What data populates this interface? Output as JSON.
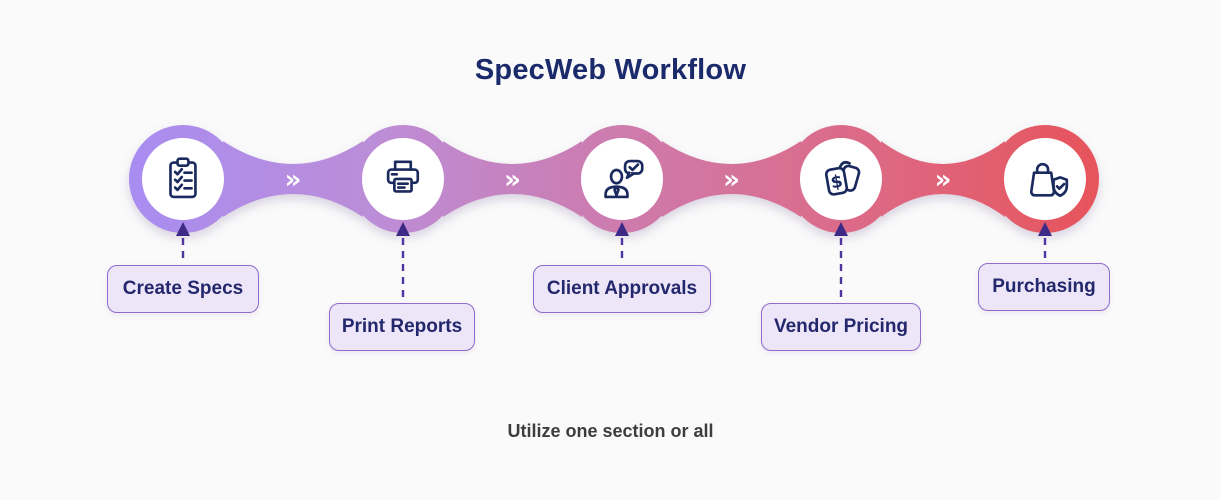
{
  "title": "SpecWeb Workflow",
  "footer": "Utilize one section or all",
  "chevron_glyph": "»",
  "steps": [
    {
      "label": "Create Specs",
      "icon": "clipboard-checklist-icon"
    },
    {
      "label": "Print Reports",
      "icon": "printer-icon"
    },
    {
      "label": "Client Approvals",
      "icon": "person-approval-icon"
    },
    {
      "label": "Vendor Pricing",
      "icon": "price-tags-icon"
    },
    {
      "label": "Purchasing",
      "icon": "shopping-bag-check-icon"
    }
  ],
  "colors": {
    "background": "#fafafa",
    "gradient_start": "#a88df1",
    "gradient_mid": "#cd7bae",
    "gradient_end": "#e7545b",
    "title_text": "#1b2a6b",
    "label_background": "#ede6f9",
    "label_border": "#8f6cc9",
    "label_text": "#23276b",
    "icon_stroke": "#1b2a5e",
    "arrow_dash": "#4e35a0",
    "arrow_head": "#3d2a87",
    "chevron_color": "#ffffff",
    "footer_text": "#3d3d3d"
  }
}
